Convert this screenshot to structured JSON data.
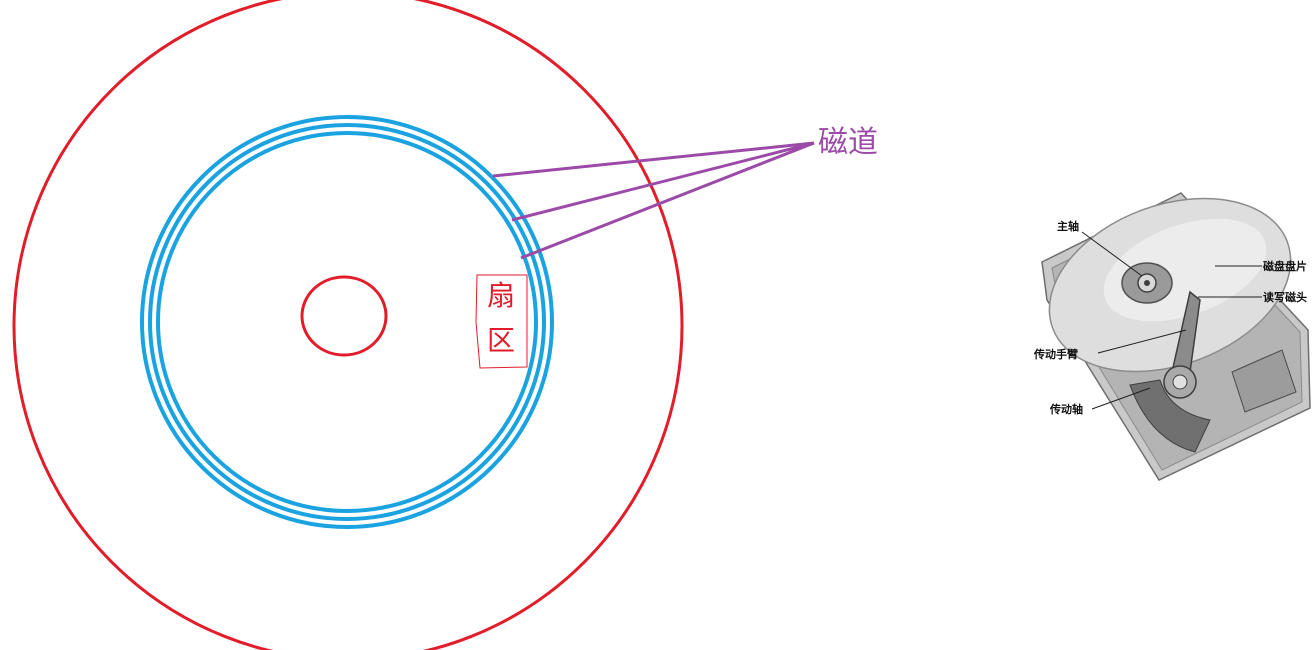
{
  "disk_diagram": {
    "track_label": "磁道",
    "sector_label_1": "扇",
    "sector_label_2": "区",
    "colors": {
      "outer_circle": "#e11d2a",
      "tracks": "#1aa3e0",
      "pointer_lines": "#9b4aa8",
      "sector_label": "#e11d2a",
      "track_label": "#9b4aa8"
    }
  },
  "hdd_photo": {
    "labels": {
      "spindle": "主轴",
      "platter": "磁盘盘片",
      "read_write_head": "读写磁头",
      "actuator_arm": "传动手臂",
      "actuator_axis": "传动轴"
    }
  }
}
